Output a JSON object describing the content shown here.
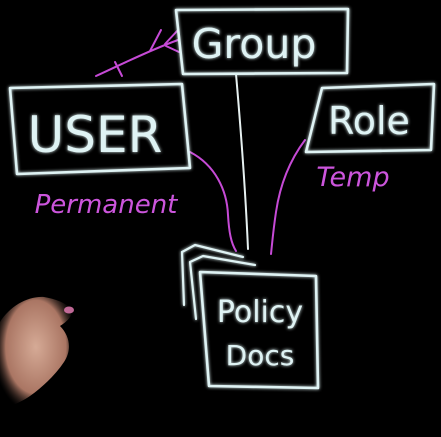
{
  "colors": {
    "background": "#000000",
    "box_stroke": "#dff3f4",
    "box_glow": "#8fe6e6",
    "connector_magenta": "#c64ad6",
    "connector_white": "#e6f0f0",
    "caption_magenta": "#cc55dc",
    "hand_skin": "#d9a58f"
  },
  "nodes": {
    "group": {
      "label": "Group"
    },
    "user": {
      "label": "USER",
      "caption": "Permanent"
    },
    "role": {
      "label": "Role",
      "caption": "Temp"
    },
    "policy": {
      "line1": "Policy",
      "line2": "Docs"
    }
  },
  "edges": [
    {
      "from": "user",
      "to": "policy",
      "color": "magenta"
    },
    {
      "from": "group",
      "to": "policy",
      "color": "white"
    },
    {
      "from": "role",
      "to": "policy",
      "color": "magenta"
    },
    {
      "from": "user",
      "to": "group",
      "relation": "many"
    }
  ]
}
